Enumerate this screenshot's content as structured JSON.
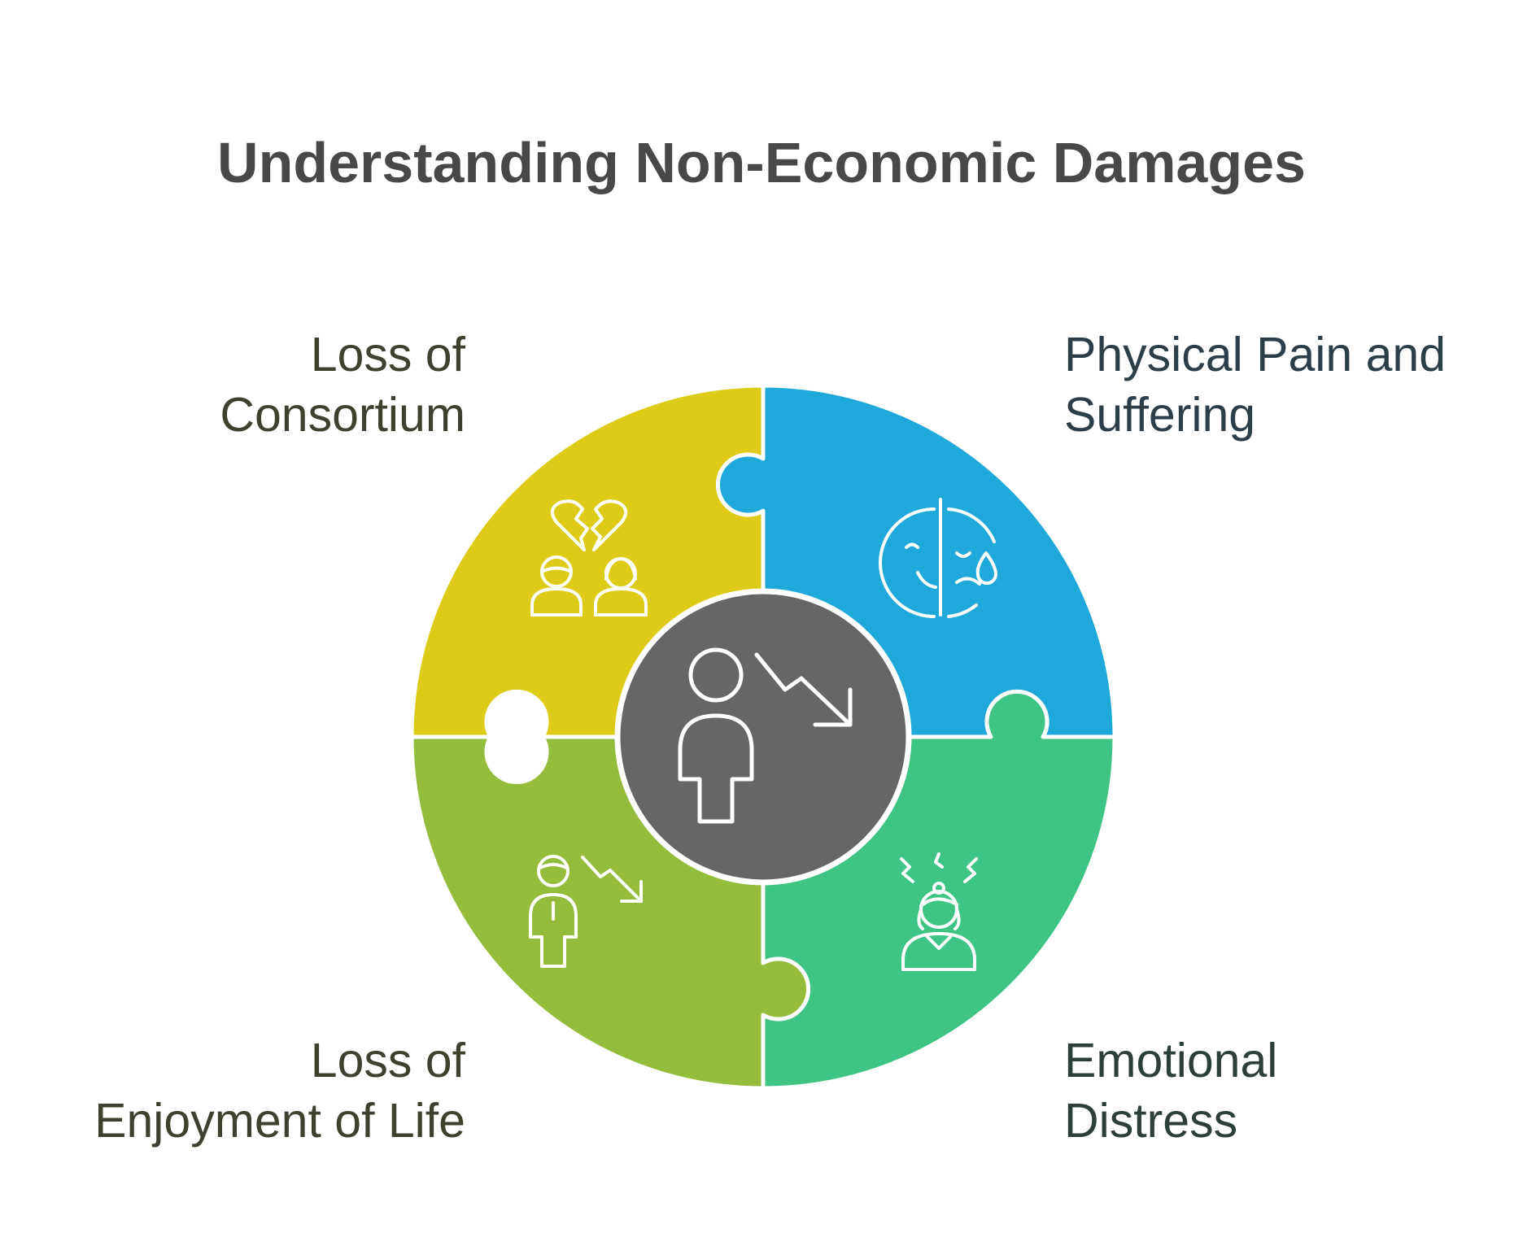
{
  "title": "Understanding Non-Economic Damages",
  "segments": [
    {
      "id": "loss-of-consortium",
      "lines": [
        "Loss of",
        "Consortium"
      ],
      "color": "#DDCB17",
      "text_color": "#404030",
      "icon": "broken-heart-couple-icon"
    },
    {
      "id": "physical-pain-and-suffering",
      "lines": [
        "Physical Pain and",
        "Suffering"
      ],
      "color": "#1FA9DB",
      "text_color": "#2E3E48",
      "icon": "half-sad-face-tear-icon"
    },
    {
      "id": "loss-of-enjoyment-of-life",
      "lines": [
        "Loss of",
        "Enjoyment of Life"
      ],
      "color": "#93BD3A",
      "text_color": "#404030",
      "icon": "person-decline-arrow-icon"
    },
    {
      "id": "emotional-distress",
      "lines": [
        "Emotional",
        "Distress"
      ],
      "color": "#3EC584",
      "text_color": "#2E3E38",
      "icon": "stressed-woman-icon"
    }
  ],
  "center": {
    "color": "#666666",
    "icon": "person-decline-icon"
  }
}
